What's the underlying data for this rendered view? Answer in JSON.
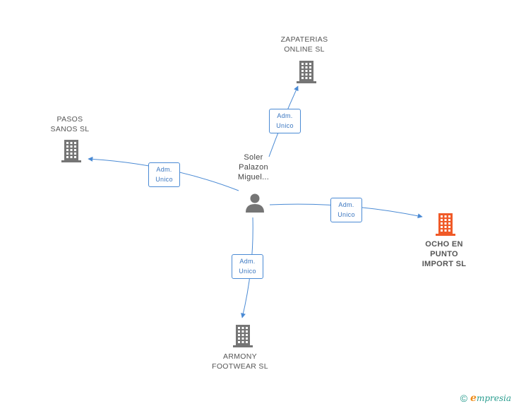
{
  "colors": {
    "edge": "#4a8ad4",
    "building": "#757575",
    "highlight": "#f05a28",
    "person": "#757575"
  },
  "center": {
    "label": "Soler\nPalazon\nMiguel...",
    "icon": "person-icon"
  },
  "companies": [
    {
      "id": "zapaterias",
      "label": "ZAPATERIAS\nONLINE  SL",
      "icon": "building-icon",
      "highlight": false
    },
    {
      "id": "pasos",
      "label": "PASOS\nSANOS  SL",
      "icon": "building-icon",
      "highlight": false
    },
    {
      "id": "ocho",
      "label": "OCHO EN\nPUNTO\nIMPORT SL",
      "icon": "building-icon",
      "highlight": true
    },
    {
      "id": "armony",
      "label": "ARMONY\nFOOTWEAR SL",
      "icon": "building-icon",
      "highlight": false
    }
  ],
  "relations": [
    {
      "to": "zapaterias",
      "label": "Adm.\nUnico"
    },
    {
      "to": "pasos",
      "label": "Adm.\nUnico"
    },
    {
      "to": "ocho",
      "label": "Adm.\nUnico"
    },
    {
      "to": "armony",
      "label": "Adm.\nUnico"
    }
  ],
  "footer": {
    "copyright_symbol": "©",
    "brand_first": "e",
    "brand_rest": "mpresia"
  }
}
